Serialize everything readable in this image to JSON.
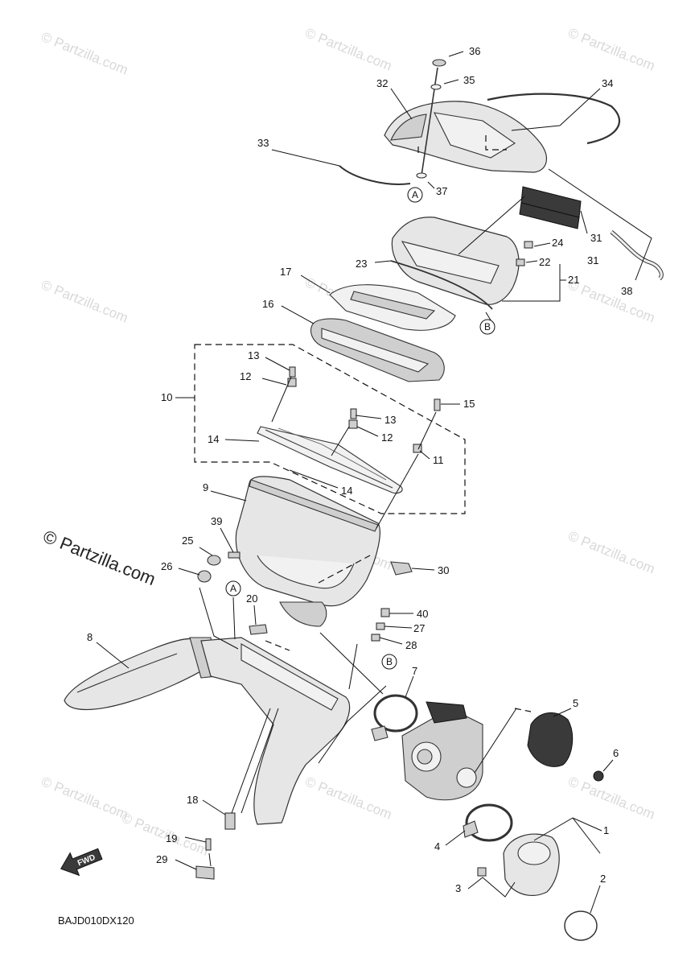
{
  "watermarks": [
    "© Partzilla.com",
    "© Partzilla.com",
    "© Partzilla.com",
    "© Partzilla.com",
    "© Partzilla.com",
    "© Partzilla.com",
    "© Partzilla.com",
    "© Partzilla.com",
    "© Partzilla.com",
    "© Partzilla.com",
    "© Partzilla.com",
    "© Partzilla.com"
  ],
  "main_watermark": "© Partzilla.com",
  "diagram_code": "BAJD010DX120",
  "fwd_label": "FWD",
  "callouts": [
    "36",
    "35",
    "32",
    "34",
    "33",
    "37",
    "31",
    "31",
    "24",
    "22",
    "21",
    "23",
    "38",
    "17",
    "16",
    "13",
    "12",
    "10",
    "15",
    "13",
    "12",
    "14",
    "11",
    "14",
    "9",
    "39",
    "25",
    "30",
    "26",
    "20",
    "40",
    "27",
    "28",
    "8",
    "7",
    "5",
    "6",
    "18",
    "1",
    "4",
    "19",
    "2",
    "29",
    "3"
  ],
  "circle_refs": [
    "A",
    "B",
    "A",
    "B"
  ]
}
